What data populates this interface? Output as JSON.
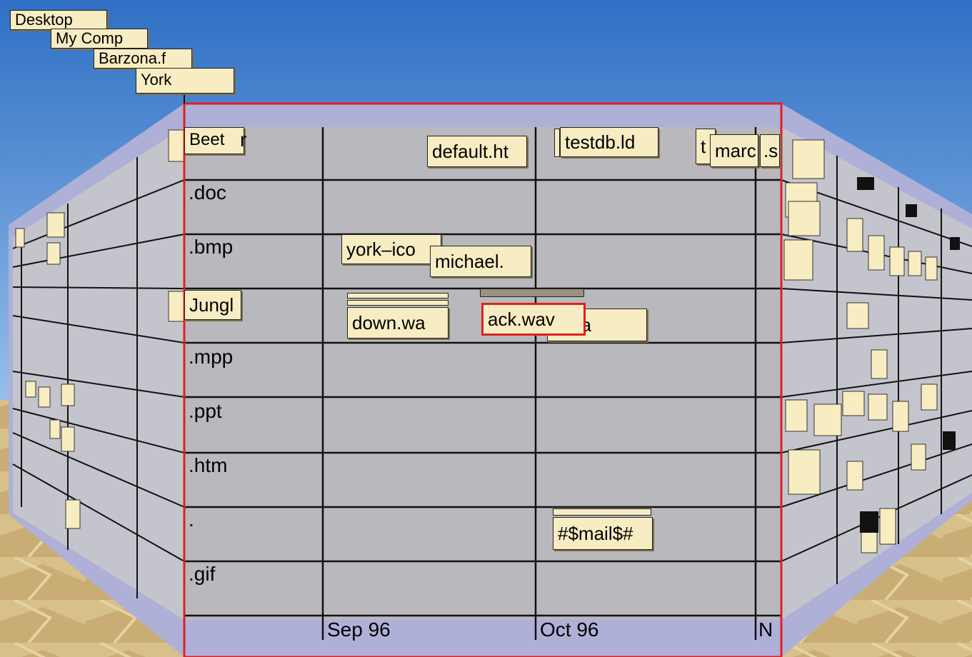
{
  "breadcrumb": [
    "Desktop",
    "My Comp",
    "Barzona.f",
    "York"
  ],
  "rows": [
    "",
    ".doc",
    ".bmp",
    "",
    ".mpp",
    ".ppt",
    ".htm",
    ".",
    ".gif"
  ],
  "columns": [
    "Sep 96",
    "Oct 96",
    "N"
  ],
  "docs": {
    "beet": "Beet",
    "beet_tail": "r",
    "default_ht": "default.ht",
    "testdb": "testdb.ld",
    "marc_prefix": "t",
    "marc": "marc",
    "marc_s": ".s",
    "york_ico": "york–ico",
    "michael": "michael.",
    "jungl": "Jungl",
    "down_wa": "down.wa",
    "ack_wav": "ack.wav",
    "e_wa": "e.wa",
    "smail": "#$mail$#"
  },
  "colors": {
    "sky_top": "#2f6fc4",
    "sky_bottom": "#9dc4ec",
    "ground": "#d8c08a",
    "wall_face": "#b9b9bd",
    "wall_frame": "#aeb0d8",
    "side_wall": "#c4c5cc",
    "doc_fill": "#f8ecc2",
    "selection": "#e02020"
  }
}
